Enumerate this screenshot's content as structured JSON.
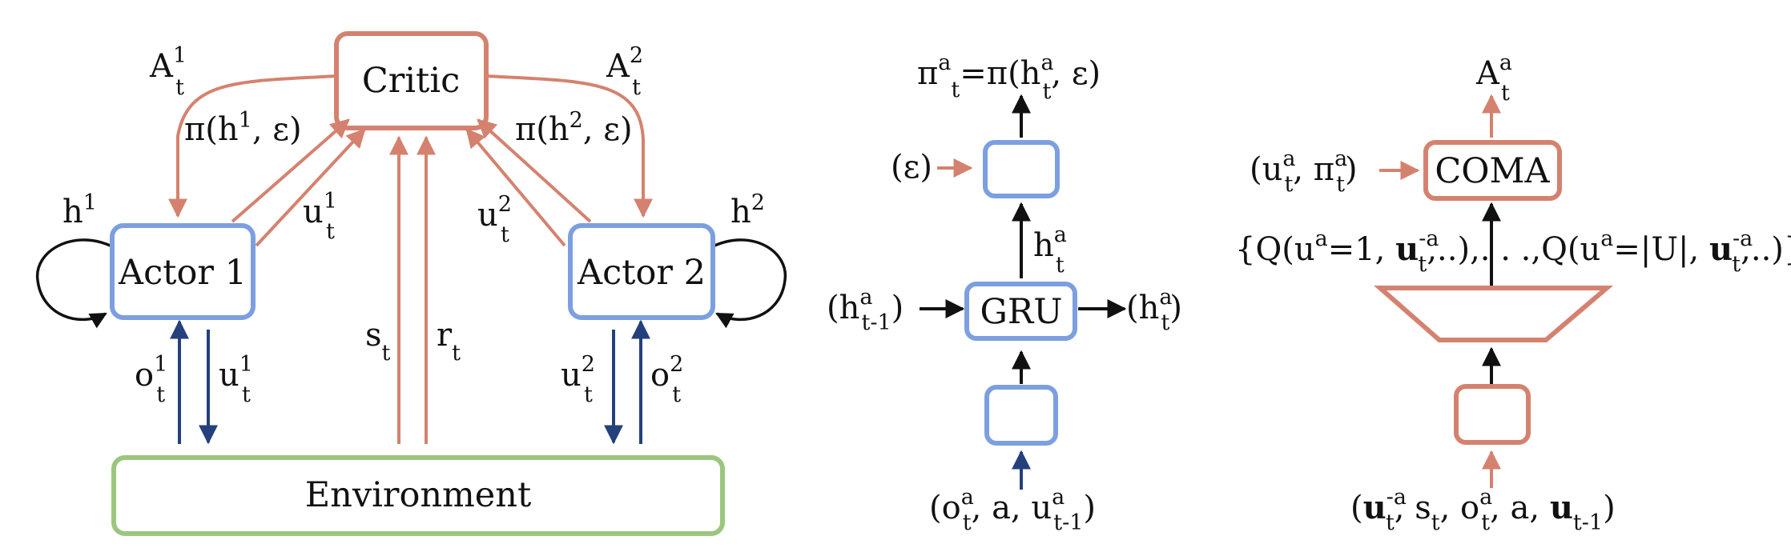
{
  "colors": {
    "critic": "#d4826f",
    "actor": "#7c9fe0",
    "environment": "#9cc67e",
    "dark_arrow": "#24407d",
    "black": "#111111"
  },
  "left": {
    "critic": "Critic",
    "actor1": "Actor 1",
    "actor2": "Actor 2",
    "environment": "Environment",
    "A1": {
      "base": "A",
      "sup": "1",
      "sub": "t"
    },
    "A2": {
      "base": "A",
      "sup": "2",
      "sub": "t"
    },
    "pi1": {
      "pre": "π(h",
      "sup": "1",
      "post": ", ε)"
    },
    "pi2": {
      "pre": "π(h",
      "sup": "2",
      "post": ", ε)"
    },
    "h1": {
      "base": "h",
      "sup": "1"
    },
    "h2": {
      "base": "h",
      "sup": "2"
    },
    "u1_top": {
      "base": "u",
      "sup": "1",
      "sub": "t"
    },
    "u2_top": {
      "base": "u",
      "sup": "2",
      "sub": "t"
    },
    "o1": {
      "base": "o",
      "sup": "1",
      "sub": "t"
    },
    "u1_bottom": {
      "base": "u",
      "sup": "1",
      "sub": "t"
    },
    "u2_bottom": {
      "base": "u",
      "sup": "2",
      "sub": "t"
    },
    "o2": {
      "base": "o",
      "sup": "2",
      "sub": "t"
    },
    "s": {
      "base": "s",
      "sub": "t"
    },
    "r": {
      "base": "r",
      "sub": "t"
    }
  },
  "middle": {
    "gru": "GRU",
    "top_eq": {
      "a": "π",
      "b": "a",
      "c": "t",
      "d": "=π(h",
      "e": "a",
      "f": "t",
      "g": ", ε)"
    },
    "eps": "(ε)",
    "h_up": {
      "base": "h",
      "sup": "a",
      "sub": "t"
    },
    "h_in": {
      "a": "(h",
      "b": "a",
      "c": "t-1",
      "d": ")"
    },
    "h_out": {
      "a": "(h",
      "b": "a",
      "c": "t",
      "d": ")"
    },
    "input": {
      "a": "(o",
      "b": "a",
      "c": "t",
      "d": ", a, u",
      "e": "a",
      "f": "t-1",
      "g": ")"
    }
  },
  "right": {
    "coma": "COMA",
    "A_out": {
      "base": "A",
      "sup": "a",
      "sub": "t"
    },
    "coma_input": {
      "a": "(u",
      "b": "a",
      "c": "t",
      "d": ", π",
      "e": "a",
      "f": "t",
      "g": ")"
    },
    "q": {
      "a": "{Q(u",
      "b": "a",
      "c": "=1, ",
      "d": "u",
      "e": "-a",
      "f": "t",
      "g": ",..),. . .,Q(u",
      "h": "a",
      "i": "=|U|, ",
      "j": "u",
      "k": "-a",
      "l": "t",
      "m": ",..)}"
    },
    "input": {
      "a": "(",
      "b": "u",
      "c": "-a",
      "d": "t",
      "e": ", s",
      "f": "t",
      "g": ", o",
      "h": "a",
      "i": "t",
      "j": ", a, ",
      "k": "u",
      "l": "t-1",
      "m": ")"
    }
  }
}
